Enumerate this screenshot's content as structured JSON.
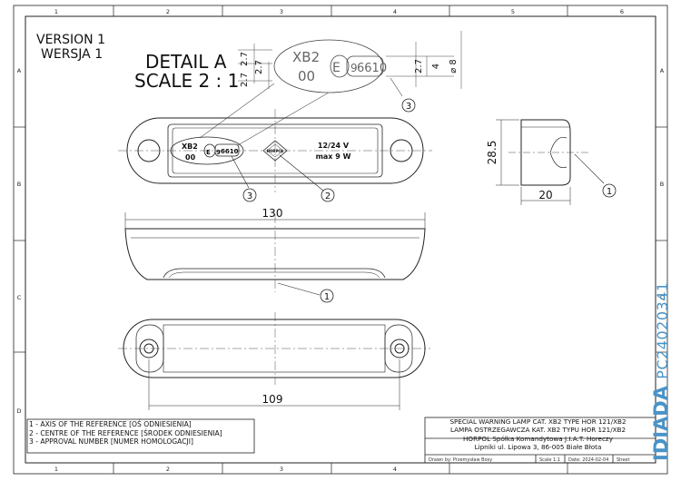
{
  "sheet": {
    "column_numbers": [
      "1",
      "2",
      "3",
      "4",
      "5",
      "6"
    ],
    "row_letters": [
      "A",
      "B",
      "C",
      "D"
    ]
  },
  "version": {
    "line1": "VERSION 1",
    "line2": "WERSJA 1"
  },
  "detail": {
    "title": "DETAIL A",
    "scale": "SCALE 2 : 1",
    "marking_class": "XB2",
    "marking_index": "00",
    "e_mark": "E",
    "e_number": "9",
    "approval_number": "6610",
    "dim_27_a": "2.7",
    "dim_27_b": "2.7",
    "dim_27_c": "2.7",
    "dim_4": "4",
    "dim_phi8": "⌀ 8",
    "callout": "3"
  },
  "top_view": {
    "marking_class": "XB2",
    "marking_index": "00",
    "e_mark": "E",
    "e_number": "9",
    "approval_number": "6610",
    "brand": "HORPOL",
    "voltage": "12/24 V",
    "power": "max 9 W",
    "callout_approval": "3",
    "callout_centre": "2"
  },
  "side_view": {
    "dim_height": "28.5",
    "dim_depth": "20",
    "callout_axis": "1"
  },
  "front_view": {
    "dim_length": "130",
    "callout_axis": "1"
  },
  "bottom_view": {
    "dim_length": "109"
  },
  "notes": [
    "1 - AXIS OF THE REFERENCE [OŚ ODNIESIENIA]",
    "2 - CENTRE OF THE REFERENCE [ŚRODEK ODNIESIENIA]",
    "3 - APPROVAL NUMBER [NUMER HOMOLOGACJI]"
  ],
  "title_block": {
    "line1": "SPECIAL WARNING LAMP CAT. XB2 TYPE HOR 121/XB2",
    "line2": "LAMPA OSTRZEGAWCZA KAT. XB2 TYPU HOR 121/XB2",
    "company1": "HORPOL Spółka Komandytowa  J.I.A.T. Horeczy",
    "company2": "Lipniki ul. Lipowa 3, 86-005 Białe Błota",
    "drawn_by": "Drawn by:  Przemysław Bosy",
    "scale": "Scale 1:1",
    "date": "Date: 2024-02-04",
    "sheet": "Sheet"
  },
  "watermark": {
    "brand": "IDIADA",
    "code": "PC24020341"
  }
}
